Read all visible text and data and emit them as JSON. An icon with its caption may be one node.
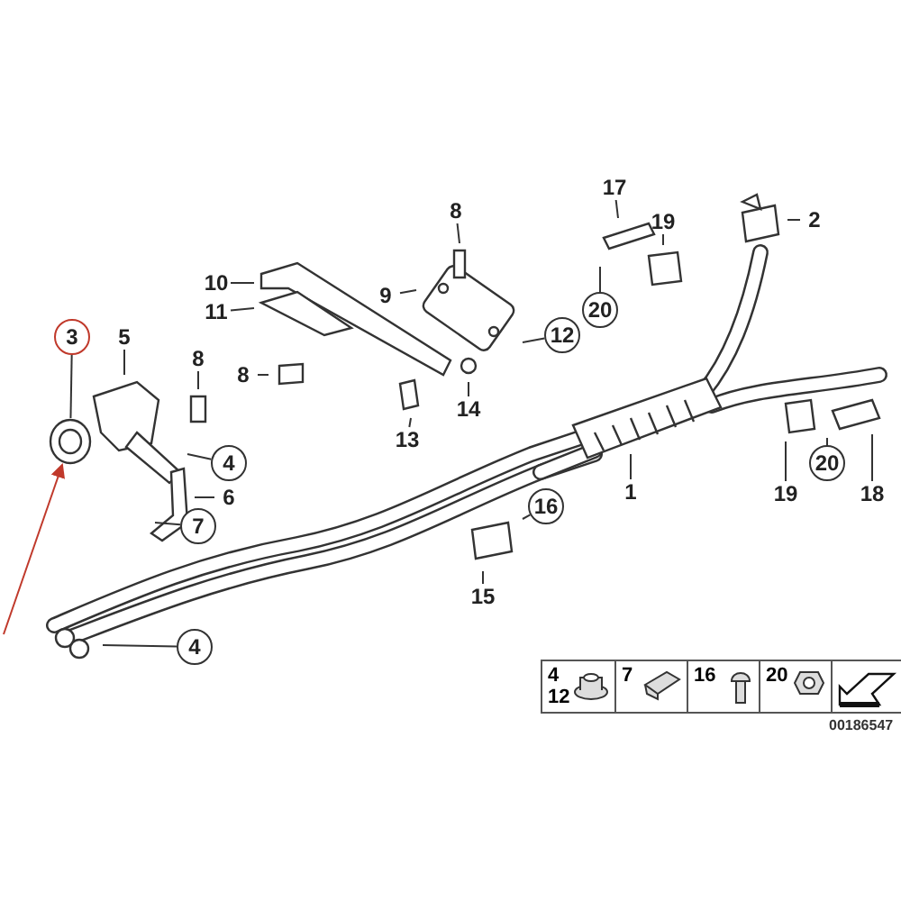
{
  "diagram": {
    "nodes": [
      {
        "text": [
          "17"
        ]
      },
      {
        "text": [
          "2"
        ]
      },
      {
        "text": [
          "8"
        ]
      },
      {
        "text": [
          "19"
        ]
      },
      {
        "text": [
          "10"
        ]
      },
      {
        "text": [
          "9"
        ]
      },
      {
        "text": [
          "11"
        ]
      },
      {
        "text": [
          "20"
        ]
      },
      {
        "text": [
          "12"
        ]
      },
      {
        "text": [
          "3"
        ]
      },
      {
        "text": [
          "5"
        ]
      },
      {
        "text": [
          "8"
        ]
      },
      {
        "text": [
          "8"
        ]
      },
      {
        "text": [
          "14"
        ]
      },
      {
        "text": [
          "13"
        ]
      },
      {
        "text": [
          "4"
        ]
      },
      {
        "text": [
          "6"
        ]
      },
      {
        "text": [
          "7"
        ]
      },
      {
        "text": [
          "16"
        ]
      },
      {
        "text": [
          "1"
        ]
      },
      {
        "text": [
          "19"
        ]
      },
      {
        "text": [
          "20"
        ]
      },
      {
        "text": [
          "18"
        ]
      },
      {
        "text": [
          "15"
        ]
      },
      {
        "text": [
          "4"
        ]
      },
      {
        "text": [],
        "shape": "picture"
      }
    ],
    "edges": [
      {
        "from": 0,
        "to": null,
        "arrow": "none"
      },
      {
        "from": 1,
        "to": null,
        "arrow": "none"
      },
      {
        "from": 2,
        "to": null,
        "arrow": "none"
      },
      {
        "from": 3,
        "to": null,
        "arrow": "none"
      },
      {
        "from": 4,
        "to": null,
        "arrow": "none"
      },
      {
        "from": 5,
        "to": null,
        "arrow": "none"
      },
      {
        "from": 6,
        "to": null,
        "arrow": "none"
      },
      {
        "from": 7,
        "to": null,
        "arrow": "none"
      },
      {
        "from": 8,
        "to": null,
        "arrow": "none"
      },
      {
        "from": 9,
        "to": 25,
        "arrow": "none"
      },
      {
        "from": 10,
        "to": null,
        "arrow": "none"
      },
      {
        "from": 11,
        "to": null,
        "arrow": "none"
      },
      {
        "from": 12,
        "to": null,
        "arrow": "none"
      },
      {
        "from": 13,
        "to": null,
        "arrow": "none"
      },
      {
        "from": 14,
        "to": null,
        "arrow": "none"
      },
      {
        "from": 15,
        "to": null,
        "arrow": "none"
      },
      {
        "from": 16,
        "to": null,
        "arrow": "none"
      },
      {
        "from": 17,
        "to": null,
        "arrow": "none"
      },
      {
        "from": 18,
        "to": null,
        "arrow": "none"
      },
      {
        "from": 19,
        "to": null,
        "arrow": "none"
      },
      {
        "from": 20,
        "to": null,
        "arrow": "none"
      },
      {
        "from": 21,
        "to": null,
        "arrow": "none"
      },
      {
        "from": 22,
        "to": null,
        "arrow": "none"
      },
      {
        "from": 23,
        "to": null,
        "arrow": "none"
      },
      {
        "from": 24,
        "to": null,
        "arrow": "none"
      },
      {
        "from": null,
        "to": 25,
        "arrow": "to",
        "color": "#c0392b"
      }
    ],
    "labels": [
      "4",
      "12",
      "7",
      "16",
      "20",
      "00186547"
    ]
  }
}
